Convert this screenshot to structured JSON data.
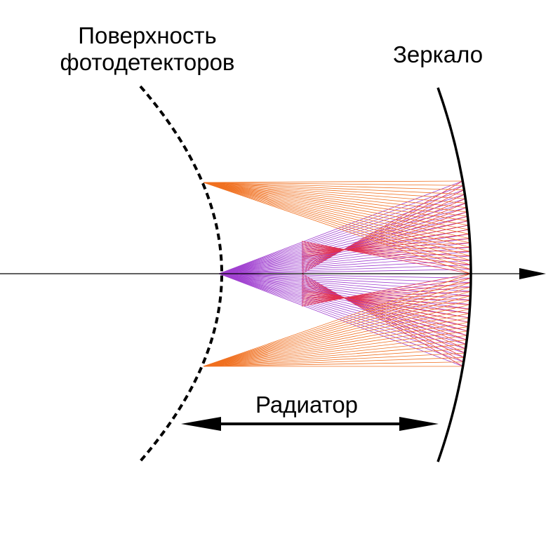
{
  "labels": {
    "detector_line1": "Поверхность",
    "detector_line2": "фотодетекторов",
    "mirror": "Зеркало",
    "radiator": "Радиатор"
  },
  "colors": {
    "outline": "#000000",
    "ray_orange": "#f07020",
    "ray_purple": "#a040d0",
    "ray_red": "#e03050"
  },
  "icons": {
    "axis_arrow": "arrow-right-icon",
    "radiator_arrow": "double-arrow-icon"
  }
}
